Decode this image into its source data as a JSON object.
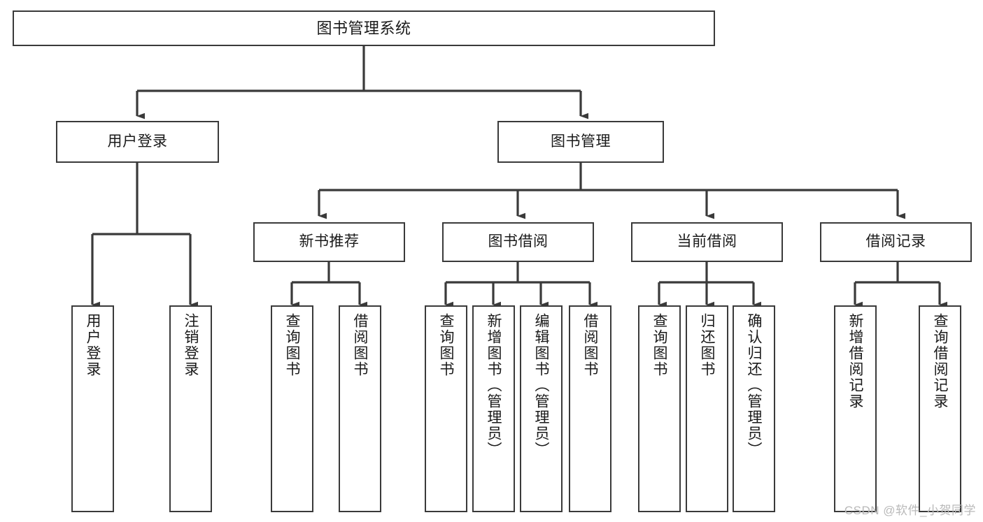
{
  "diagram": {
    "type": "tree-hierarchy",
    "title": "图书管理系统",
    "orientation": "top-down",
    "watermark": "CSDN @软件_小贺同学",
    "colors": {
      "background": "#ffffff",
      "box_border": "#3a3a3a",
      "box_fill": "#ffffff",
      "text": "#1a1a1a",
      "connector": "#3a3a3a",
      "watermark": "#b9b9b9"
    },
    "levels": [
      {
        "level": 1,
        "nodes": [
          {
            "id": "root",
            "label": "图书管理系统",
            "text_direction": "horizontal"
          }
        ]
      },
      {
        "level": 2,
        "nodes": [
          {
            "id": "login",
            "label": "用户登录",
            "text_direction": "horizontal",
            "parent": "root"
          },
          {
            "id": "bookmgmt",
            "label": "图书管理",
            "text_direction": "horizontal",
            "parent": "root"
          }
        ]
      },
      {
        "level": 3,
        "nodes": [
          {
            "id": "newbook",
            "label": "新书推荐",
            "text_direction": "horizontal",
            "parent": "bookmgmt"
          },
          {
            "id": "borrow",
            "label": "图书借阅",
            "text_direction": "horizontal",
            "parent": "bookmgmt"
          },
          {
            "id": "current",
            "label": "当前借阅",
            "text_direction": "horizontal",
            "parent": "bookmgmt"
          },
          {
            "id": "records",
            "label": "借阅记录",
            "text_direction": "horizontal",
            "parent": "bookmgmt"
          }
        ]
      },
      {
        "level": 4,
        "nodes": [
          {
            "id": "leaf1",
            "label": "用户登录",
            "text_direction": "vertical",
            "parent": "login"
          },
          {
            "id": "leaf2",
            "label": "注销登录",
            "text_direction": "vertical",
            "parent": "login"
          },
          {
            "id": "leaf3",
            "label": "查询图书",
            "text_direction": "vertical",
            "parent": "newbook"
          },
          {
            "id": "leaf4",
            "label": "借阅图书",
            "text_direction": "vertical",
            "parent": "newbook"
          },
          {
            "id": "leaf5",
            "label": "查询图书",
            "text_direction": "vertical",
            "parent": "borrow"
          },
          {
            "id": "leaf6",
            "label": "新增图书（管理员）",
            "text_direction": "vertical",
            "parent": "borrow"
          },
          {
            "id": "leaf7",
            "label": "编辑图书（管理员）",
            "text_direction": "vertical",
            "parent": "borrow"
          },
          {
            "id": "leaf8",
            "label": "借阅图书",
            "text_direction": "vertical",
            "parent": "borrow"
          },
          {
            "id": "leaf9",
            "label": "查询图书",
            "text_direction": "vertical",
            "parent": "current"
          },
          {
            "id": "leaf10",
            "label": "归还图书",
            "text_direction": "vertical",
            "parent": "current"
          },
          {
            "id": "leaf11",
            "label": "确认归还（管理员）",
            "text_direction": "vertical",
            "parent": "current"
          },
          {
            "id": "leaf12",
            "label": "新增借阅记录",
            "text_direction": "vertical",
            "parent": "records"
          },
          {
            "id": "leaf13",
            "label": "查询借阅记录",
            "text_direction": "vertical",
            "parent": "records"
          }
        ]
      }
    ]
  }
}
